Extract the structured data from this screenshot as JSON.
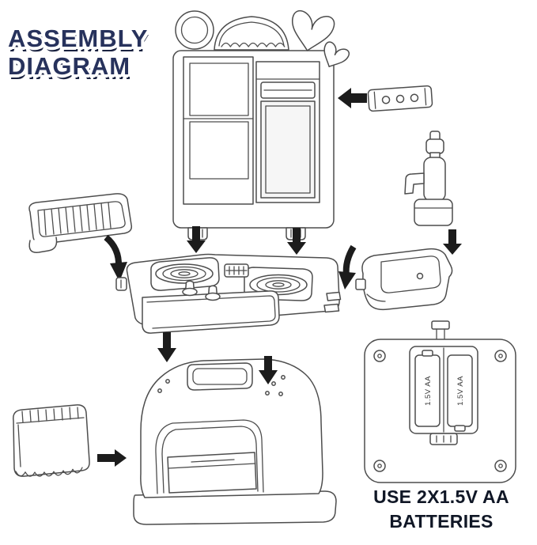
{
  "title": {
    "line1": "ASSEMBLY",
    "line2": "DIAGRAM"
  },
  "battery_panel": {
    "cells": [
      {
        "label": "1.5V AA"
      },
      {
        "label": "1.5V AA"
      }
    ]
  },
  "footer": {
    "line1": "USE 2X1.5V AA",
    "line2": "BATTERIES"
  },
  "colors": {
    "title_navy": "#27325c",
    "outline_gray": "#4d4d4d",
    "arrow_black": "#1c1c1c",
    "footer_dark": "#101726",
    "background": "#ffffff"
  }
}
